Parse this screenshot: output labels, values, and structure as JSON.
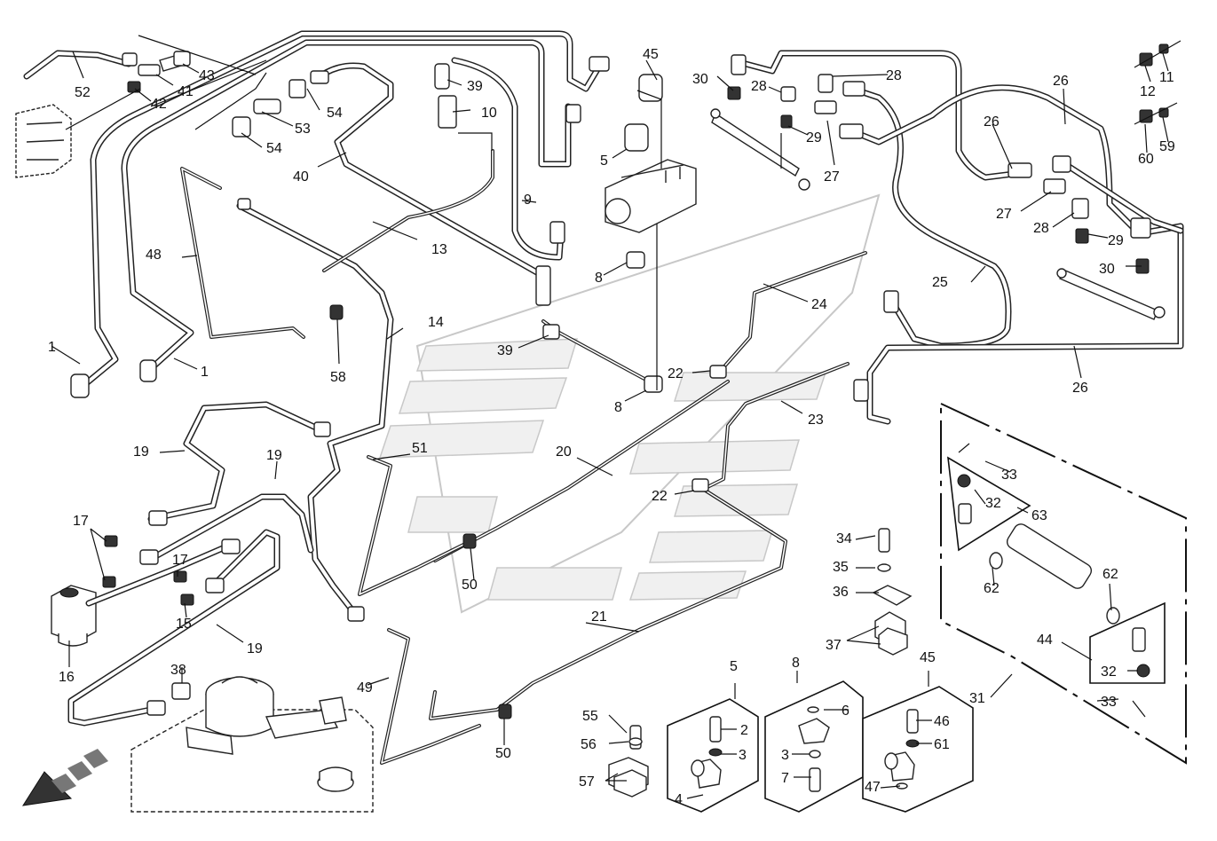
{
  "diagram": {
    "labels": [
      {
        "id": "l52",
        "text": "52"
      },
      {
        "id": "l41",
        "text": "41"
      },
      {
        "id": "l43",
        "text": "43"
      },
      {
        "id": "l42",
        "text": "42"
      },
      {
        "id": "l53",
        "text": "53"
      },
      {
        "id": "l54a",
        "text": "54"
      },
      {
        "id": "l54b",
        "text": "54"
      },
      {
        "id": "l40",
        "text": "40"
      },
      {
        "id": "l39a",
        "text": "39"
      },
      {
        "id": "l10",
        "text": "10"
      },
      {
        "id": "l45a",
        "text": "45"
      },
      {
        "id": "l5a",
        "text": "5"
      },
      {
        "id": "l9",
        "text": "9"
      },
      {
        "id": "l8a",
        "text": "8"
      },
      {
        "id": "l13",
        "text": "13"
      },
      {
        "id": "l48",
        "text": "48"
      },
      {
        "id": "l58",
        "text": "58"
      },
      {
        "id": "l14",
        "text": "14"
      },
      {
        "id": "l1a",
        "text": "1"
      },
      {
        "id": "l1b",
        "text": "1"
      },
      {
        "id": "l39b",
        "text": "39"
      },
      {
        "id": "l8b",
        "text": "8"
      },
      {
        "id": "l22a",
        "text": "22"
      },
      {
        "id": "l24",
        "text": "24"
      },
      {
        "id": "l23",
        "text": "23"
      },
      {
        "id": "l20",
        "text": "20"
      },
      {
        "id": "l51",
        "text": "51"
      },
      {
        "id": "l19a",
        "text": "19"
      },
      {
        "id": "l19b",
        "text": "19"
      },
      {
        "id": "l19c",
        "text": "19"
      },
      {
        "id": "l17a",
        "text": "17"
      },
      {
        "id": "l17b",
        "text": "17"
      },
      {
        "id": "l15",
        "text": "15"
      },
      {
        "id": "l16",
        "text": "16"
      },
      {
        "id": "l38",
        "text": "38"
      },
      {
        "id": "l49",
        "text": "49"
      },
      {
        "id": "l50a",
        "text": "50"
      },
      {
        "id": "l50b",
        "text": "50"
      },
      {
        "id": "l21",
        "text": "21"
      },
      {
        "id": "l22b",
        "text": "22"
      },
      {
        "id": "l30a",
        "text": "30"
      },
      {
        "id": "l28a",
        "text": "28"
      },
      {
        "id": "l28b",
        "text": "28"
      },
      {
        "id": "l29a",
        "text": "29"
      },
      {
        "id": "l27a",
        "text": "27"
      },
      {
        "id": "l26a",
        "text": "26"
      },
      {
        "id": "l26b",
        "text": "26"
      },
      {
        "id": "l26c",
        "text": "26"
      },
      {
        "id": "l27b",
        "text": "27"
      },
      {
        "id": "l28c",
        "text": "28"
      },
      {
        "id": "l29b",
        "text": "29"
      },
      {
        "id": "l30b",
        "text": "30"
      },
      {
        "id": "l25",
        "text": "25"
      },
      {
        "id": "l12",
        "text": "12"
      },
      {
        "id": "l11",
        "text": "11"
      },
      {
        "id": "l60",
        "text": "60"
      },
      {
        "id": "l59",
        "text": "59"
      },
      {
        "id": "l33a",
        "text": "33"
      },
      {
        "id": "l32a",
        "text": "32"
      },
      {
        "id": "l63",
        "text": "63"
      },
      {
        "id": "l62a",
        "text": "62"
      },
      {
        "id": "l62b",
        "text": "62"
      },
      {
        "id": "l44",
        "text": "44"
      },
      {
        "id": "l32b",
        "text": "32"
      },
      {
        "id": "l31",
        "text": "31"
      },
      {
        "id": "l33b",
        "text": "33"
      },
      {
        "id": "l34",
        "text": "34"
      },
      {
        "id": "l35",
        "text": "35"
      },
      {
        "id": "l36",
        "text": "36"
      },
      {
        "id": "l37",
        "text": "37"
      },
      {
        "id": "l55",
        "text": "55"
      },
      {
        "id": "l56",
        "text": "56"
      },
      {
        "id": "l57",
        "text": "57"
      },
      {
        "id": "l5b",
        "text": "5"
      },
      {
        "id": "l2",
        "text": "2"
      },
      {
        "id": "l3a",
        "text": "3"
      },
      {
        "id": "l4",
        "text": "4"
      },
      {
        "id": "l8c",
        "text": "8"
      },
      {
        "id": "l6",
        "text": "6"
      },
      {
        "id": "l3b",
        "text": "3"
      },
      {
        "id": "l7",
        "text": "7"
      },
      {
        "id": "l45b",
        "text": "45"
      },
      {
        "id": "l46",
        "text": "46"
      },
      {
        "id": "l61",
        "text": "61"
      },
      {
        "id": "l47",
        "text": "47"
      }
    ]
  }
}
